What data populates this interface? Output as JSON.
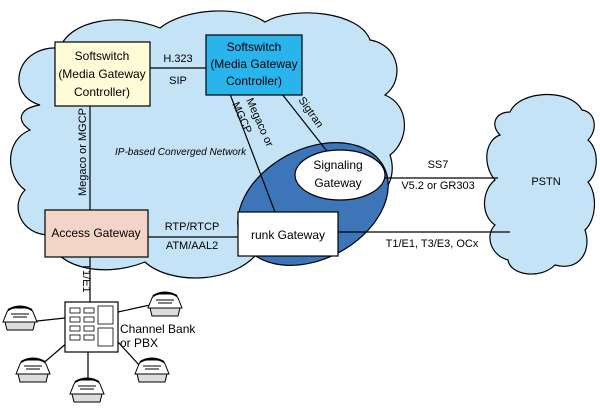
{
  "diagram": {
    "network_label": "IP-based Converged Network",
    "pstn_label": "PSTN",
    "colors": {
      "cloud": "#c5e3f7",
      "softswitch_left": "#fdfcd6",
      "softswitch_right": "#2ab4ec",
      "access_gateway": "#f3d5c8",
      "ellipse_outer": "#3c76b8",
      "node_white": "#ffffff"
    },
    "nodes": {
      "softswitch_left": {
        "line1": "Softswitch",
        "line2": "(Media Gateway",
        "line3": "Controller)"
      },
      "softswitch_right": {
        "line1": "Softswitch",
        "line2": "(Media Gateway",
        "line3": "Controller)"
      },
      "signaling_gateway": {
        "line1": "Signaling",
        "line2": "Gateway"
      },
      "access_gateway": {
        "label": "Access Gateway"
      },
      "trunk_gateway": {
        "label": "runk Gateway"
      },
      "channel_bank": {
        "line1": "Channel Bank",
        "line2": "or PBX"
      }
    },
    "links": {
      "h323": "H.323",
      "sip": "SIP",
      "megaco_mgcp_left": "Megaco or MGCP",
      "megaco_or": "Megaco or",
      "mgcp": "MGCP",
      "sigtran": "Sigtran",
      "rtp_rtcp": "RTP/RTCP",
      "atm_aal2": "ATM/AAL2",
      "ss7": "SS7",
      "v52_gr303": "V5.2 or GR303",
      "t1_e1_t3": "T1/E1, T3/E3, OCx",
      "t1_e1_vertical": "T1/E1"
    }
  }
}
